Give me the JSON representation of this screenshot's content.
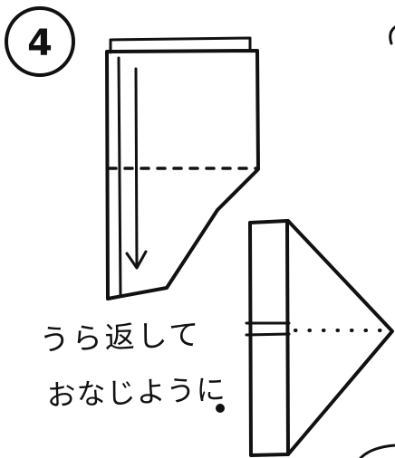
{
  "step": {
    "number": "4"
  },
  "instruction": {
    "line1": "うら返して",
    "line2": "おなじように"
  },
  "colors": {
    "ink": "#111111",
    "paper": "#ffffff"
  }
}
